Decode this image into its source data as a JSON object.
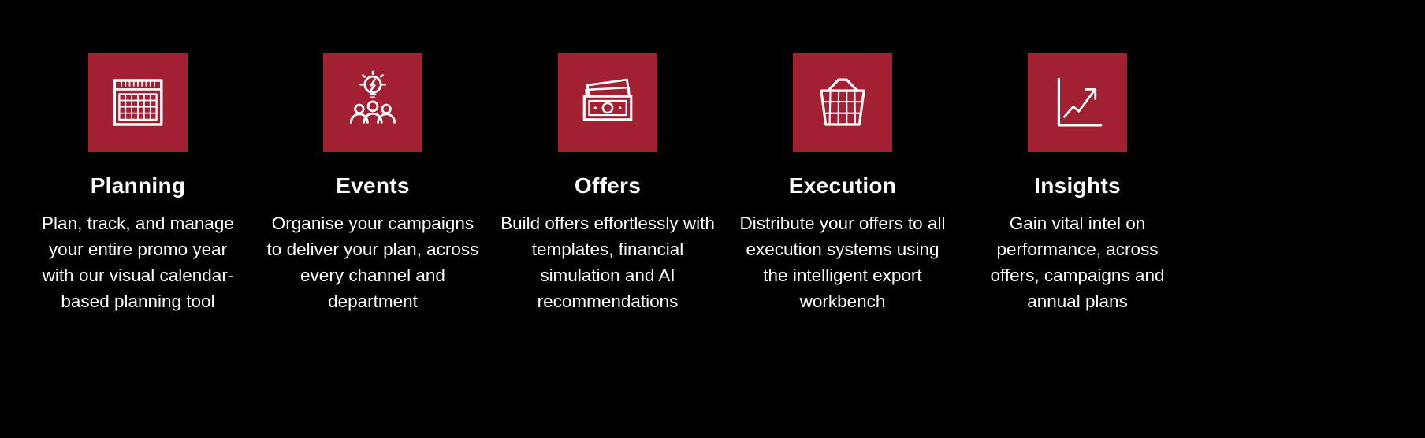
{
  "colors": {
    "background": "#000000",
    "tile": "#A32033",
    "text": "#FFFFFF"
  },
  "features": [
    {
      "icon": "calendar-icon",
      "title": "Planning",
      "description": "Plan, track, and manage your entire promo year with our visual calendar-based planning tool"
    },
    {
      "icon": "team-idea-icon",
      "title": "Events",
      "description": "Organise your campaigns to deliver your plan, across every channel and department"
    },
    {
      "icon": "banknote-icon",
      "title": "Offers",
      "description": "Build offers effortlessly with templates, financial simulation and AI recommendations"
    },
    {
      "icon": "basket-icon",
      "title": "Execution",
      "description": "Distribute your offers to all execution systems using the intelligent export workbench"
    },
    {
      "icon": "chart-growth-icon",
      "title": "Insights",
      "description": "Gain vital intel on performance, across offers, campaigns and annual plans"
    }
  ]
}
